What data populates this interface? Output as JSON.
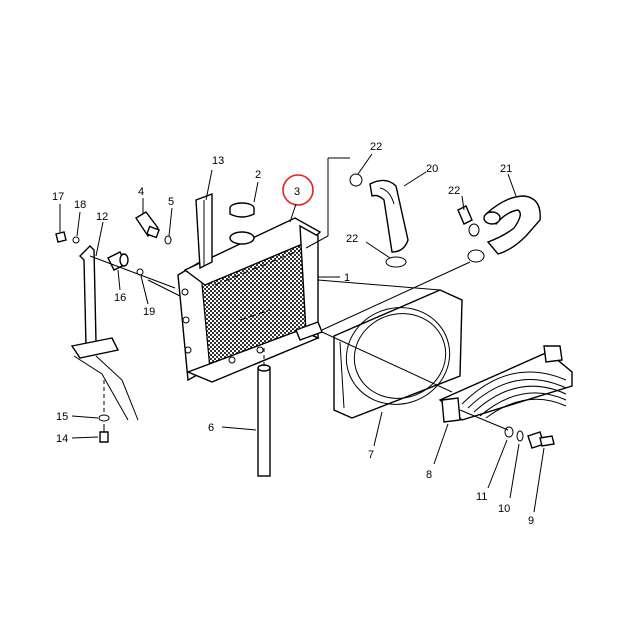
{
  "labels": {
    "p1": "1",
    "p2": "2",
    "p3": "3",
    "p4": "4",
    "p5": "5",
    "p6": "6",
    "p7": "7",
    "p8": "8",
    "p9": "9",
    "p10": "10",
    "p11": "11",
    "p12": "12",
    "p13": "13",
    "p14": "14",
    "p15": "15",
    "p16": "16",
    "p17": "17",
    "p18": "18",
    "p19": "19",
    "p20": "20",
    "p21": "21",
    "p22a": "22",
    "p22b": "22",
    "p22c": "22"
  },
  "colors": {
    "line": "#000000",
    "highlight": "#e8201c",
    "background": "#ffffff"
  },
  "highlighted_part": "3"
}
